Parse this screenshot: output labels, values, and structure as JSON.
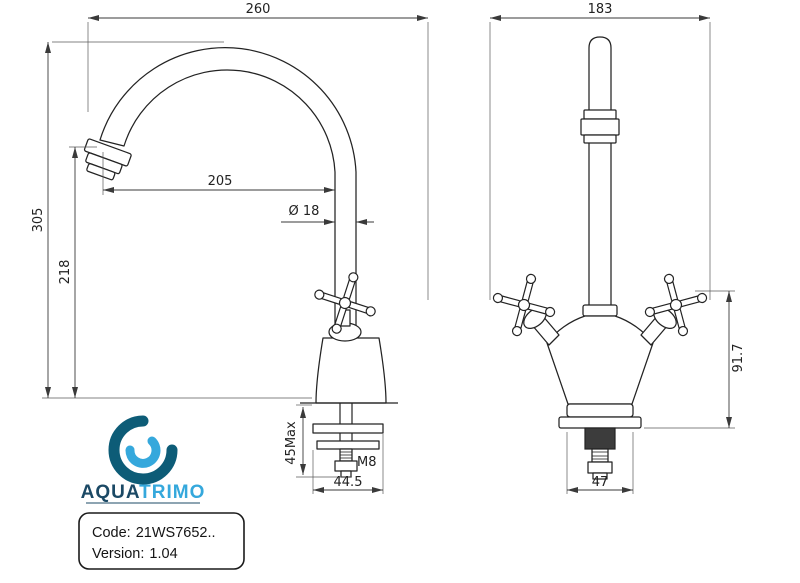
{
  "dimensions": {
    "side_overall": "260",
    "front_overall": "183",
    "spout_reach": "205",
    "spout_diameter": "Ø 18",
    "height_overall": "305",
    "height_spout": "218",
    "front_height": "91.7",
    "under_deck_max": "45Max",
    "thread_size": "M8",
    "side_base_width": "44.5",
    "front_base_width": "47"
  },
  "logo": {
    "brand_primary": "AQUA",
    "brand_secondary": "TRIMO"
  },
  "info_box": {
    "code_label": "Code:",
    "code_value": "21WS7652..",
    "version_label": "Version:",
    "version_value": "1.04"
  },
  "colors": {
    "line": "#232323",
    "dimension": "#3a3a3a",
    "logo_dark": "#0d5c77",
    "logo_light": "#35a8dc",
    "brand_dark": "#1b4965"
  }
}
